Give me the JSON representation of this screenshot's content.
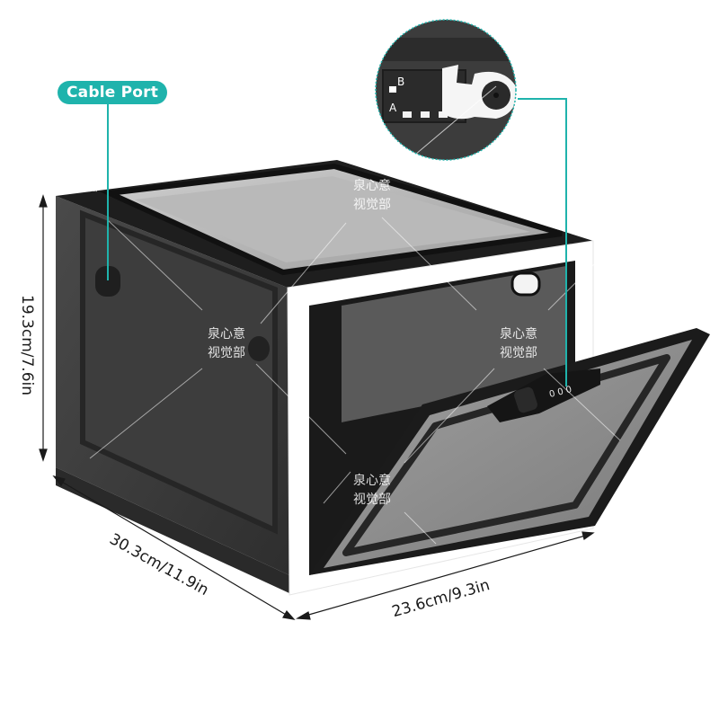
{
  "callouts": {
    "cable_port": "Cable Port"
  },
  "dimensions": {
    "height": "19.3cm/7.6in",
    "depth": "30.3cm/11.9in",
    "width": "23.6cm/9.3in"
  },
  "inset": {
    "label_b": "B",
    "label_a": "A"
  },
  "watermark": {
    "line1": "泉心意",
    "line2": "视觉部"
  },
  "colors": {
    "accent": "#1fb3ac",
    "box_dark": "#3a3a3a",
    "frame_white": "#ffffff",
    "door_smoke": "#8c8c8c"
  }
}
